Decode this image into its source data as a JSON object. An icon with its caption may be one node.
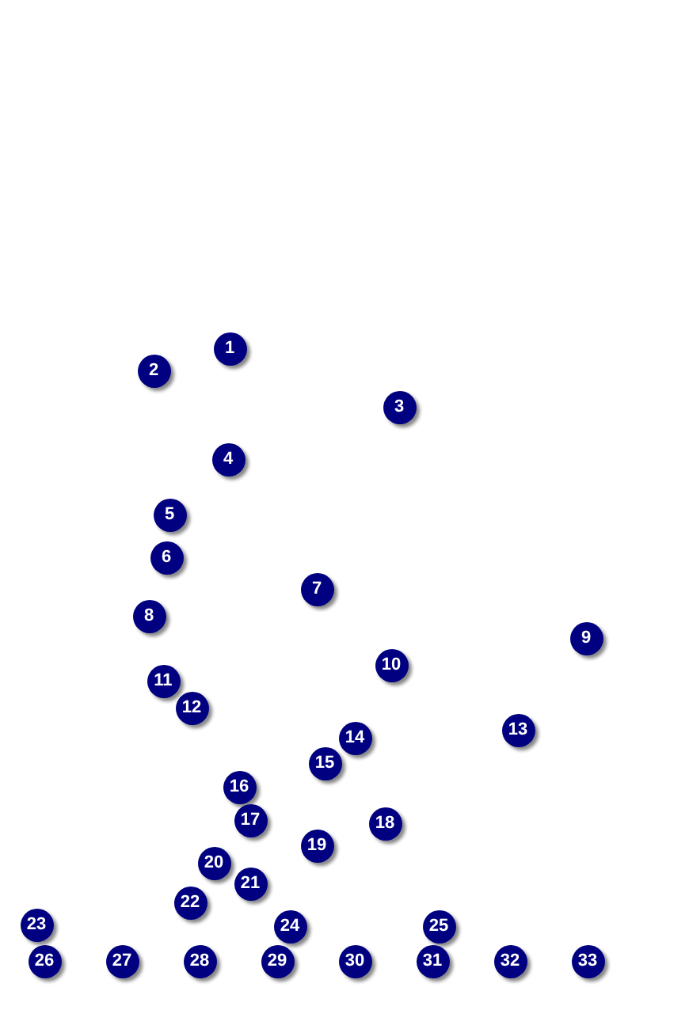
{
  "diagram": {
    "labels": [
      "1",
      "2",
      "3",
      "4",
      "5",
      "6",
      "7",
      "8",
      "9",
      "10",
      "11",
      "12",
      "13",
      "14",
      "15",
      "16",
      "17",
      "18",
      "19",
      "20",
      "21",
      "22",
      "23",
      "24",
      "25",
      "26",
      "27",
      "28",
      "29",
      "30",
      "31",
      "32",
      "33"
    ]
  }
}
